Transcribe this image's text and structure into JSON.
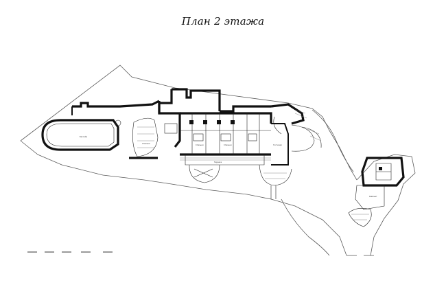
{
  "title": "План 2 этажа",
  "colors": {
    "walls": "#111111",
    "site_outline": "#5a5a5a",
    "background": "#ffffff"
  },
  "room_labels": [
    "Бассейн",
    "Спальня",
    "Терраса",
    "Гостиная",
    "Кабинет"
  ]
}
